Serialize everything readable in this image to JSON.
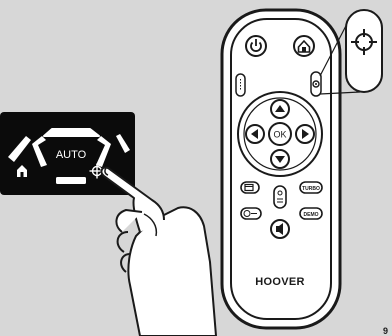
{
  "display_panel": {
    "mode_label": "AUTO"
  },
  "remote": {
    "brand": "HOOVER",
    "ok_label": "OK",
    "turbo_label": "TURBO",
    "demo_label": "DEMO"
  },
  "corner_mark": "9"
}
